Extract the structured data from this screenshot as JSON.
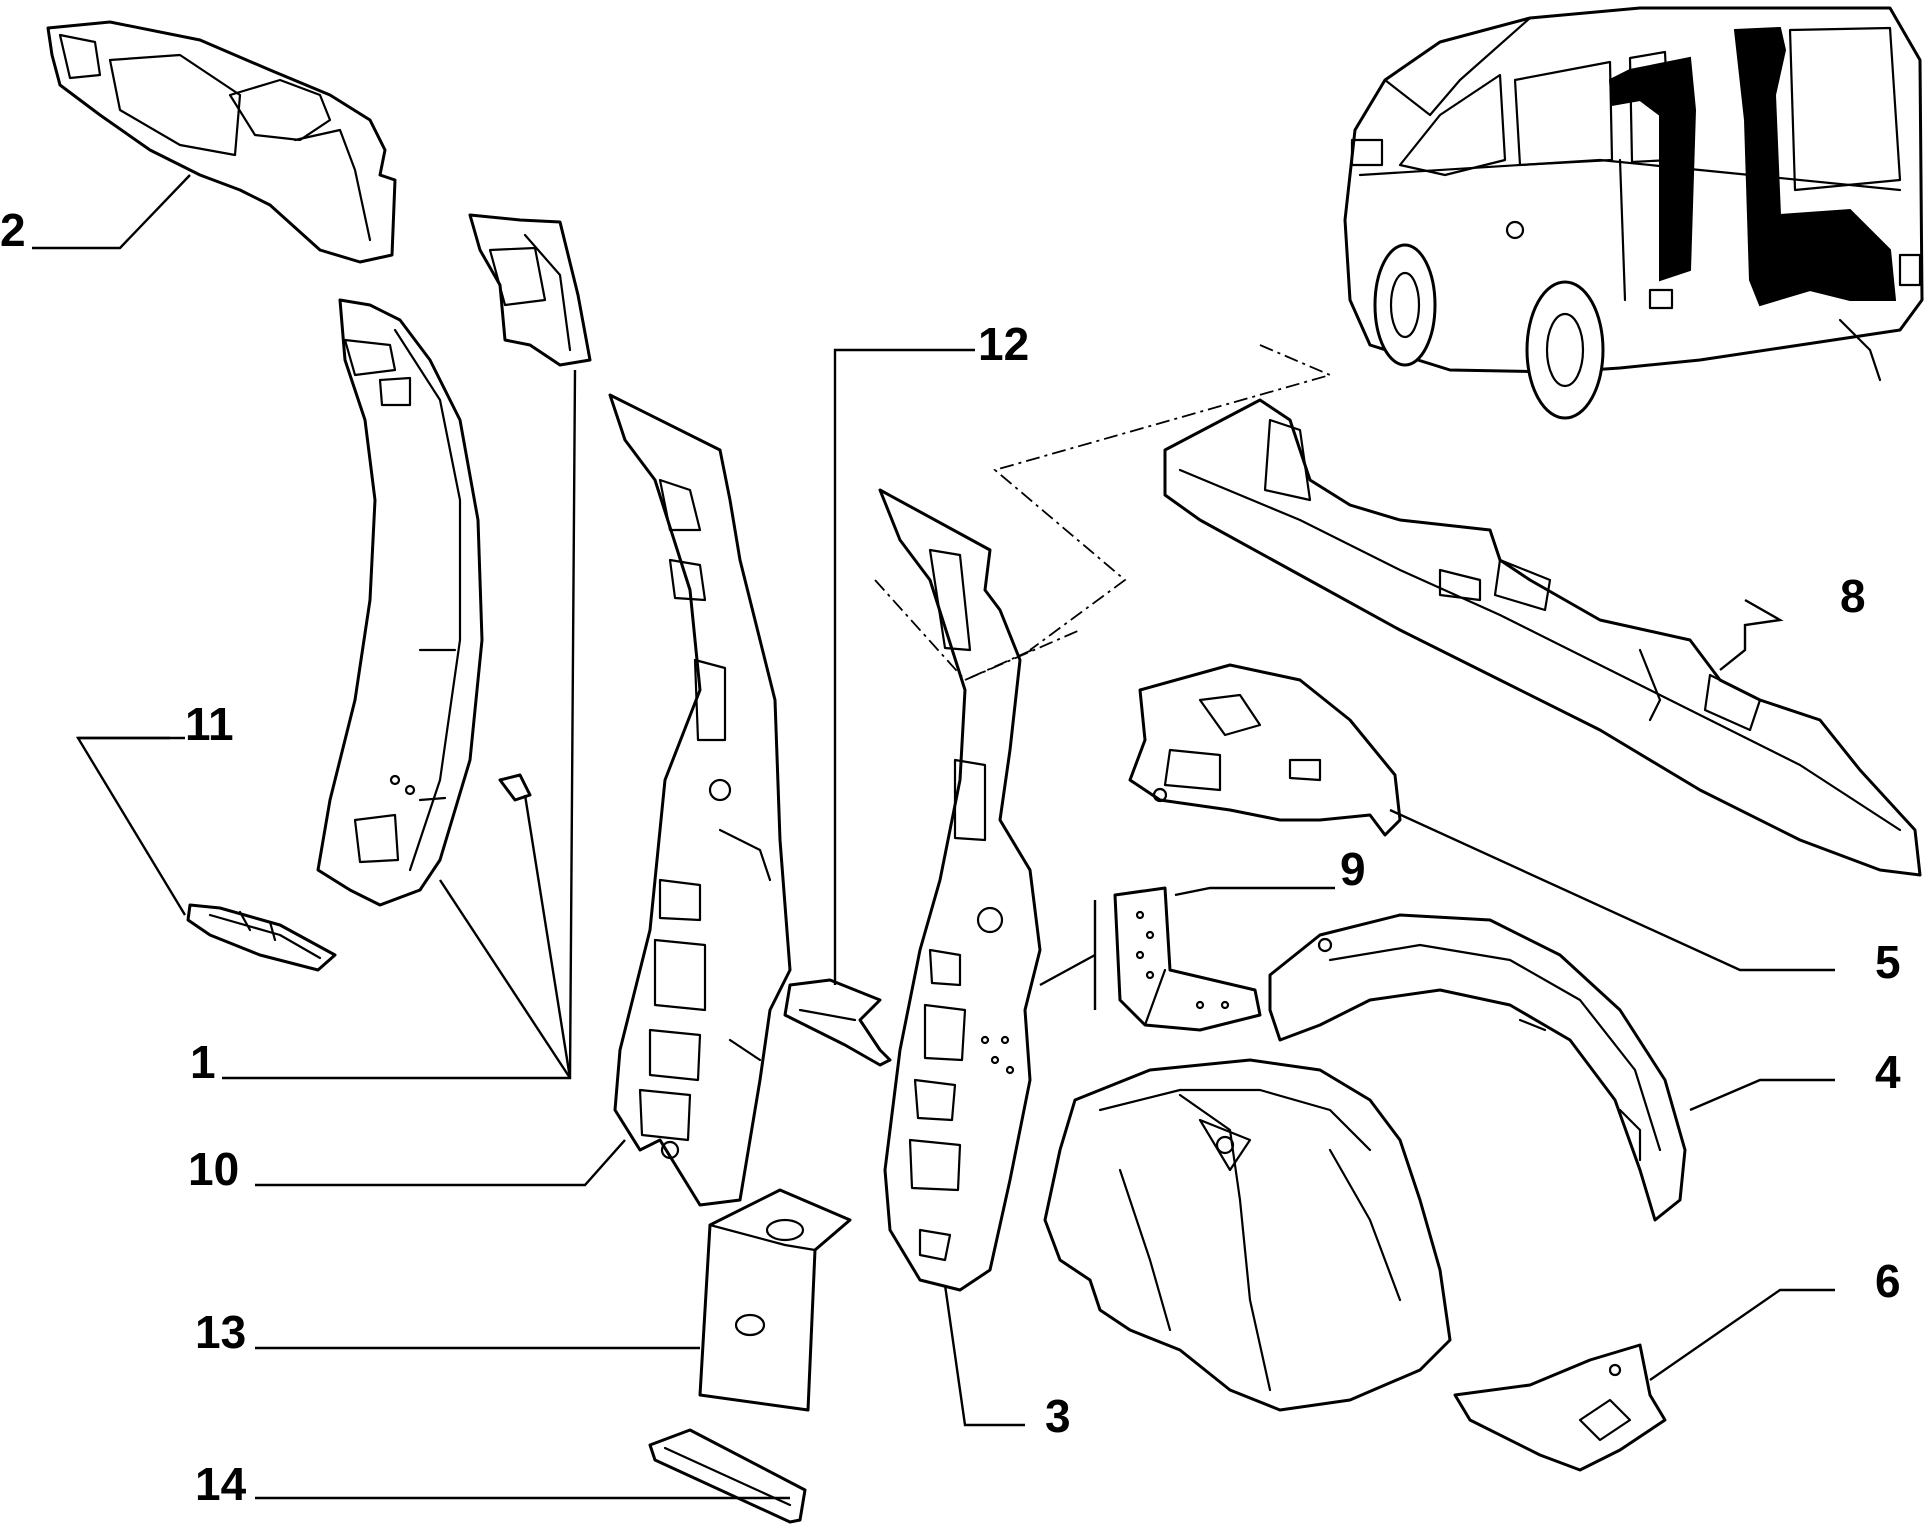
{
  "diagram": {
    "callouts": [
      {
        "id": "1",
        "text": "1"
      },
      {
        "id": "2",
        "text": "2"
      },
      {
        "id": "3",
        "text": "3"
      },
      {
        "id": "4",
        "text": "4"
      },
      {
        "id": "5",
        "text": "5"
      },
      {
        "id": "6",
        "text": "6"
      },
      {
        "id": "8",
        "text": "8"
      },
      {
        "id": "9",
        "text": "9"
      },
      {
        "id": "10",
        "text": "10"
      },
      {
        "id": "11",
        "text": "11"
      },
      {
        "id": "12",
        "text": "12"
      },
      {
        "id": "13",
        "text": "13"
      },
      {
        "id": "14",
        "text": "14"
      }
    ],
    "colors": {
      "line": "#000000",
      "background": "#ffffff"
    }
  }
}
